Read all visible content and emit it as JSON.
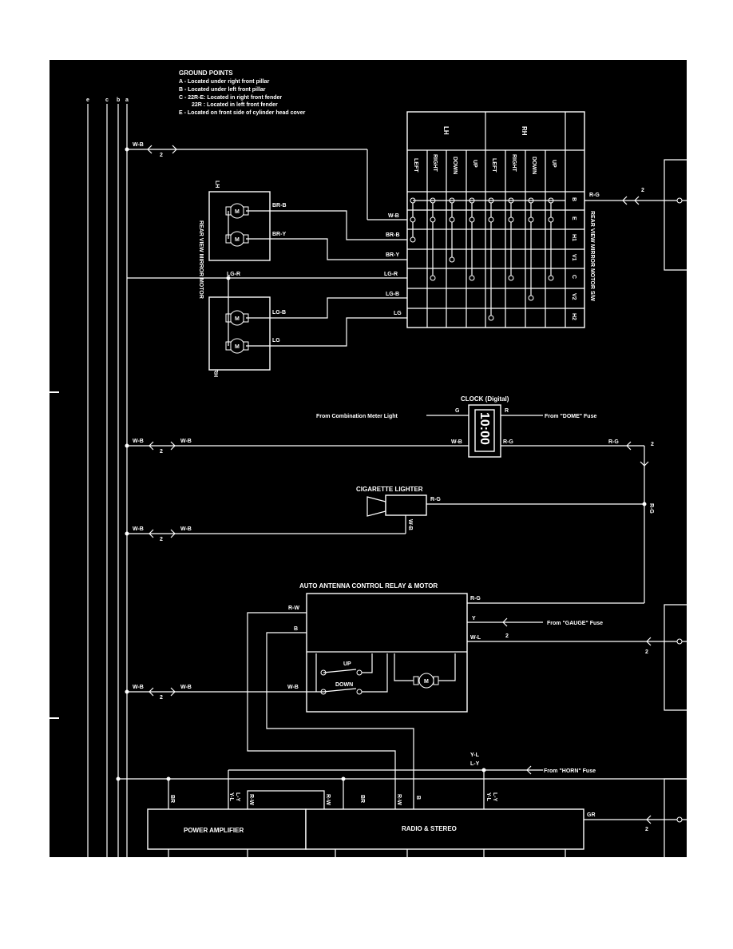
{
  "ground_points": {
    "title": "GROUND POINTS",
    "lines": [
      "A - Located under right front pillar",
      "B - Located under left front pillar",
      "C - 22R-E: Located in right front fender",
      "22R  : Located in left front fender",
      "E - Located on front side of cylinder head cover"
    ]
  },
  "ground_letters": [
    "e",
    "c",
    "b",
    "a"
  ],
  "mirror_motor": {
    "title": "REAR VIEW MIRROR MOTOR",
    "lh": "LH",
    "rh": "RH",
    "motor_symbol": "M"
  },
  "mirror_switch": {
    "title": "REAR VIEW MIRROR MOTOR S/W",
    "groups": [
      "LH",
      "RH"
    ],
    "positions": [
      "LEFT",
      "RIGHT",
      "DOWN",
      "UP",
      "LEFT",
      "RIGHT",
      "DOWN",
      "UP"
    ],
    "terminals": [
      "B",
      "E",
      "H1",
      "V1",
      "C",
      "V2",
      "H2"
    ]
  },
  "wires": {
    "wb": "W-B",
    "brb": "BR-B",
    "bry": "BR-Y",
    "lgr": "LG-R",
    "lgb": "LG-B",
    "lg": "LG",
    "rg": "R-G",
    "g": "G",
    "r": "R",
    "rw": "R-W",
    "b": "B",
    "y": "Y",
    "wl": "W-L",
    "yl": "Y-L",
    "ly": "L-Y",
    "br": "BR",
    "gr": "GR"
  },
  "connector_number": "2",
  "clock": {
    "title": "CLOCK (Digital)",
    "display": "10:00",
    "from_meter": "From Combination Meter Light",
    "from_dome": "From \"DOME\" Fuse"
  },
  "cigarette_lighter": {
    "title": "CIGARETTE LIGHTER"
  },
  "antenna": {
    "title": "AUTO ANTENNA CONTROL RELAY & MOTOR",
    "up": "UP",
    "down": "DOWN",
    "from_gauge": "From \"GAUGE\" Fuse"
  },
  "horn_fuse": "From \"HORN\" Fuse",
  "power_amplifier": "POWER AMPLIFIER",
  "radio_stereo": "RADIO & STEREO"
}
